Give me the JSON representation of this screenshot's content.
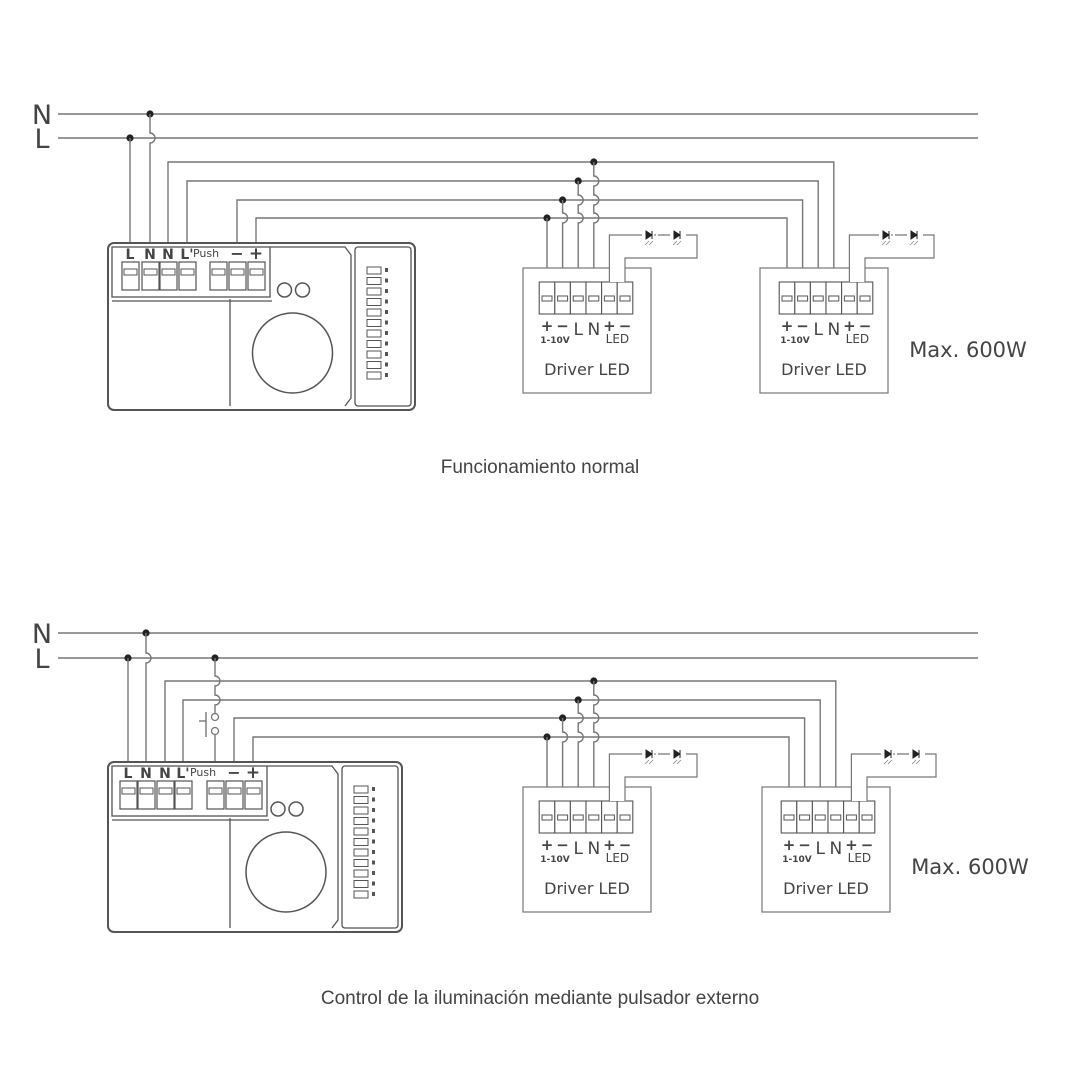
{
  "colors": {
    "wire": "#777777",
    "outline": "#555555",
    "text": "#444444",
    "dot": "#222222"
  },
  "diagrams": [
    {
      "caption": "Funcionamiento normal",
      "bus": {
        "n_label": "N",
        "l_label": "L"
      },
      "module": {
        "terminals": [
          "L",
          "N",
          "N",
          "L'"
        ],
        "push_label": "Push",
        "minus_label": "−",
        "plus_label": "+"
      },
      "drivers": [
        {
          "labels": {
            "p": "+",
            "m": "−",
            "v": "1-10V",
            "l": "L",
            "n": "N",
            "lp": "+",
            "lm": "−",
            "led": "LED"
          },
          "title": "Driver LED"
        },
        {
          "labels": {
            "p": "+",
            "m": "−",
            "v": "1-10V",
            "l": "L",
            "n": "N",
            "lp": "+",
            "lm": "−",
            "led": "LED"
          },
          "title": "Driver LED"
        }
      ],
      "max_power": "Max. 600W",
      "external_switch": false
    },
    {
      "caption": "Control de la iluminación mediante pulsador externo",
      "bus": {
        "n_label": "N",
        "l_label": "L"
      },
      "module": {
        "terminals": [
          "L",
          "N",
          "N",
          "L'"
        ],
        "push_label": "Push",
        "minus_label": "−",
        "plus_label": "+"
      },
      "drivers": [
        {
          "labels": {
            "p": "+",
            "m": "−",
            "v": "1-10V",
            "l": "L",
            "n": "N",
            "lp": "+",
            "lm": "−",
            "led": "LED"
          },
          "title": "Driver LED"
        },
        {
          "labels": {
            "p": "+",
            "m": "−",
            "v": "1-10V",
            "l": "L",
            "n": "N",
            "lp": "+",
            "lm": "−",
            "led": "LED"
          },
          "title": "Driver LED"
        }
      ],
      "max_power": "Max. 600W",
      "external_switch": true
    }
  ]
}
